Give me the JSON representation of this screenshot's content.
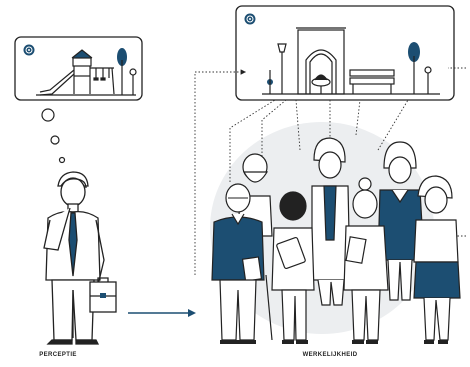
{
  "captions": {
    "perception": "PERCEPTIE",
    "reality": "WERKELIJKHEID"
  },
  "colors": {
    "ink": "#222222",
    "accent": "#1c4e72",
    "skin": "#ffffff",
    "halo": "#e8ebee",
    "frame_fill": "#ffffff"
  },
  "icons": {
    "perception_bubble": "playground-bubble",
    "reality_bubble": "park-bubble",
    "badge": "target-icon",
    "arrow": "arrow-right-icon"
  },
  "people_count": 8
}
